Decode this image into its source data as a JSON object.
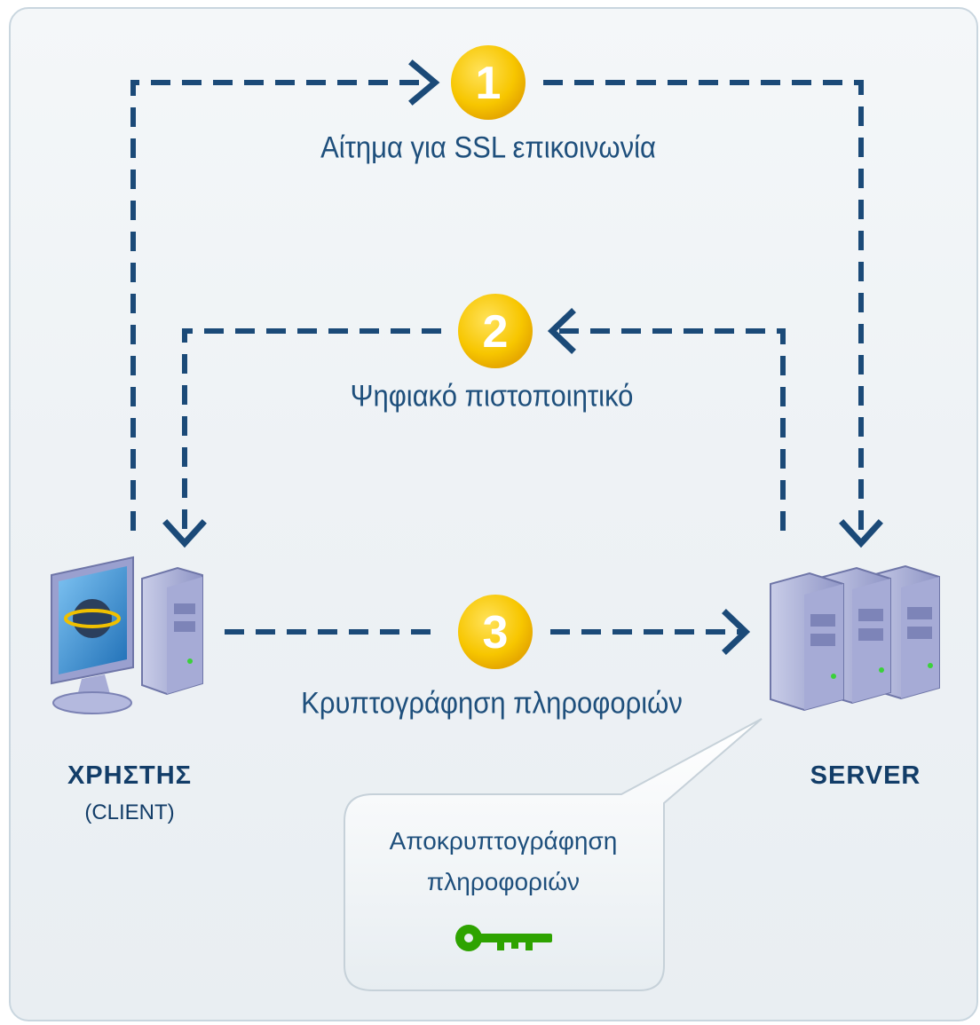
{
  "steps": [
    {
      "number": "1",
      "label": "Αίτημα για SSL επικοινωνία"
    },
    {
      "number": "2",
      "label": "Ψηφιακό πιστοποιητικό"
    },
    {
      "number": "3",
      "label": "Κρυπτογράφηση πληροφοριών"
    }
  ],
  "client": {
    "title": "ΧΡΗΣΤΗΣ",
    "subtitle": "(CLIENT)"
  },
  "server": {
    "title": "SERVER"
  },
  "callout": {
    "line1": "Αποκρυπτογράφηση",
    "line2": "πληροφοριών",
    "icon": "key-icon"
  },
  "colors": {
    "arrow": "#1b4a78",
    "badge": "#f5c400",
    "text": "#1e4f7c",
    "key": "#2ea300"
  }
}
